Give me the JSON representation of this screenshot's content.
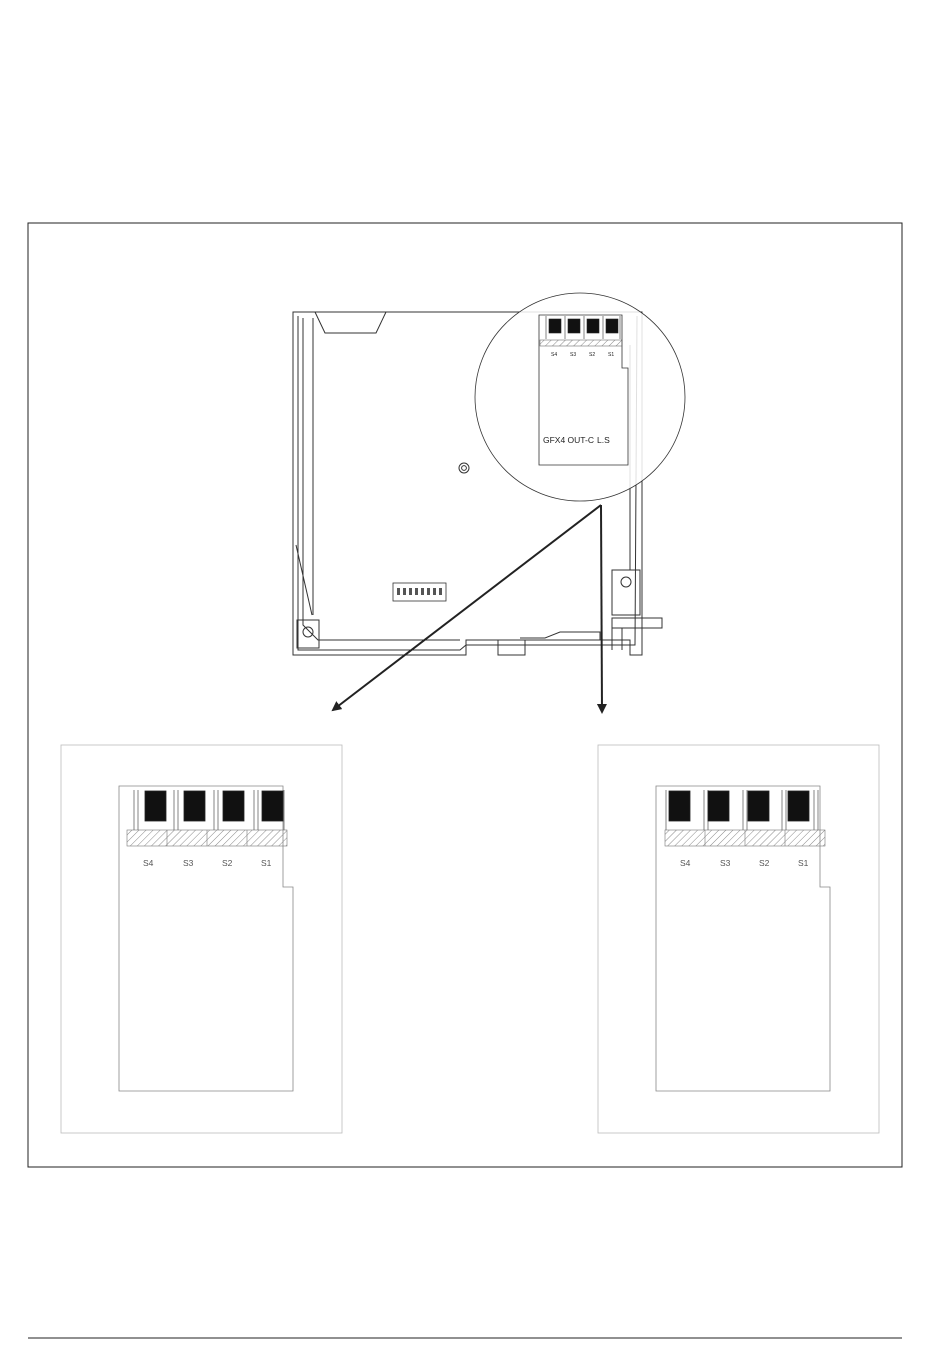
{
  "board": {
    "label": "GFX4 OUT-C",
    "sublabel": "L.S",
    "switch_labels": [
      "S4",
      "S3",
      "S2",
      "S1"
    ]
  },
  "detail_left": {
    "switch_labels": [
      "S4",
      "S3",
      "S2",
      "S1"
    ]
  },
  "detail_right": {
    "switch_labels": [
      "S4",
      "S3",
      "S2",
      "S1"
    ]
  },
  "colors": {
    "line": "#222222",
    "fill_switch": "#111111",
    "hatch": "#888888"
  }
}
